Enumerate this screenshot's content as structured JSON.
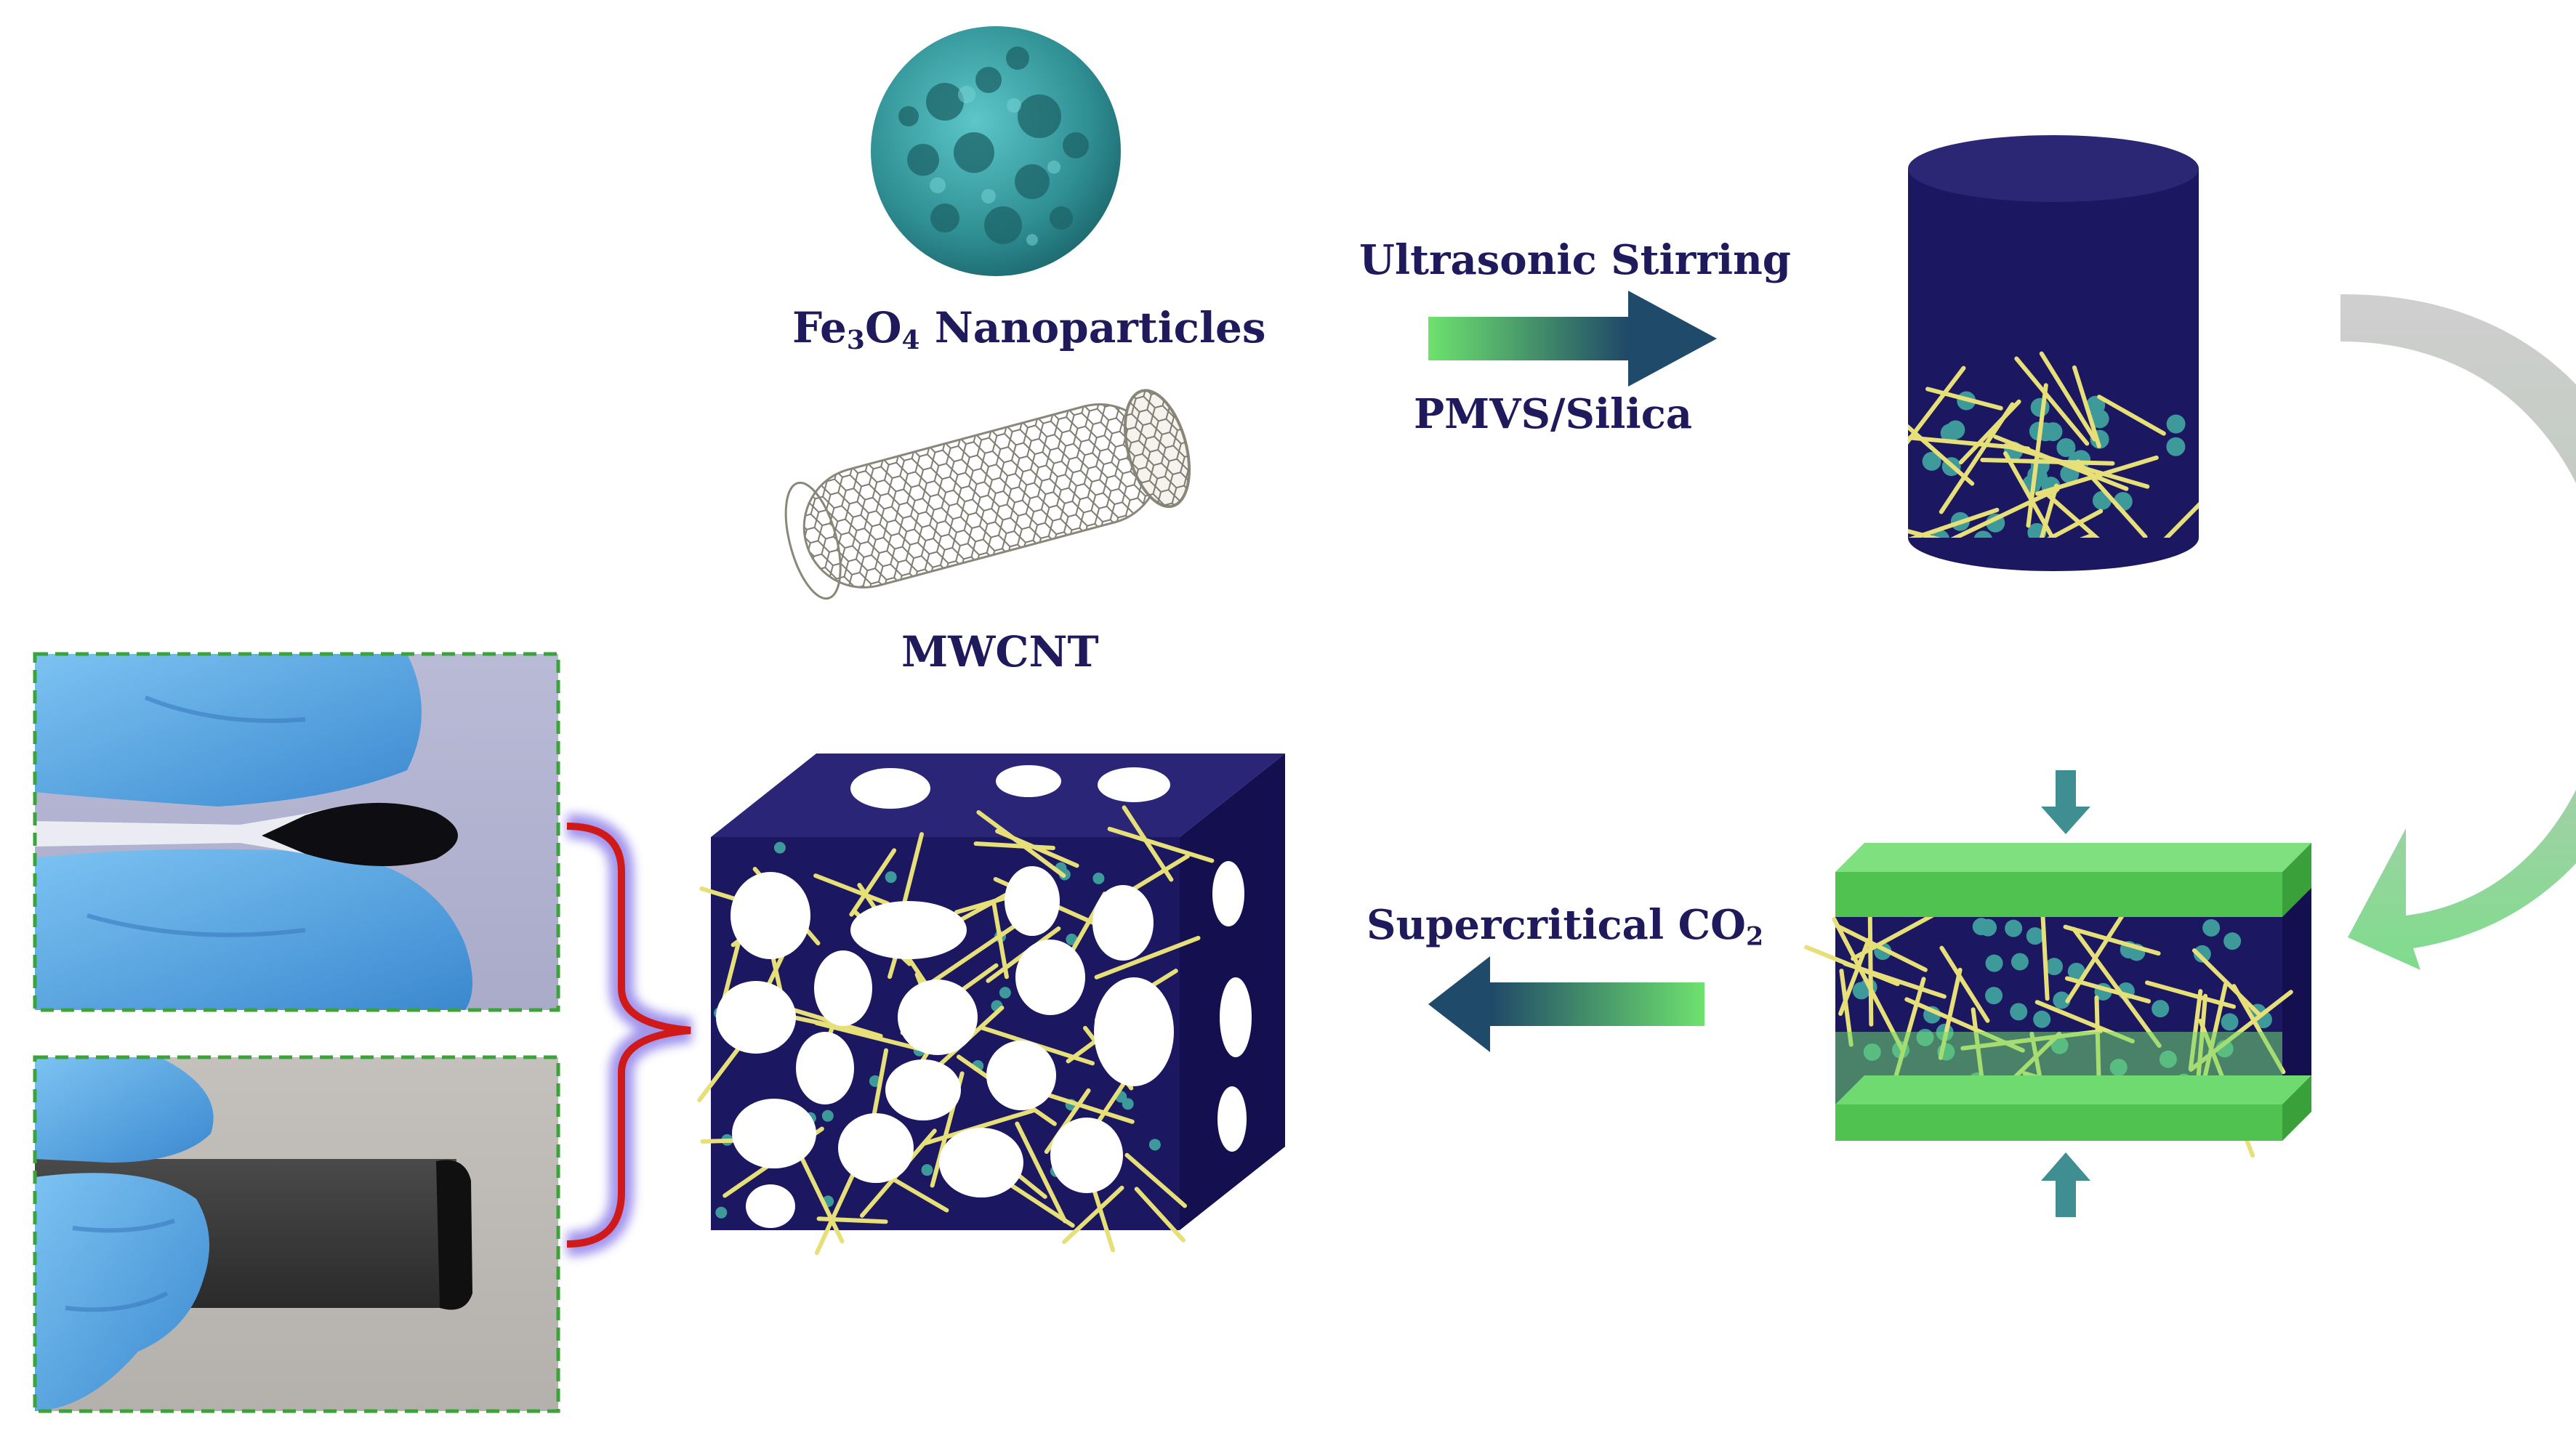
{
  "labels": {
    "fe3o4_main1": "Fe",
    "fe3o4_sub1": "3",
    "fe3o4_main2": "O",
    "fe3o4_sub2": "4",
    "fe3o4_rest": " Nanoparticles",
    "mwcnt": "MWCNT",
    "ultrasonic": "Ultrasonic Stirring",
    "pmvs": "PMVS/Silica",
    "supercritical_main": "Supercritical CO",
    "supercritical_sub": "2"
  },
  "colors": {
    "navy": "#1b1760",
    "green": "#55d155",
    "green_light": "#7fe07f",
    "teal_dot": "#3e9a9a",
    "fiber": "#e7df78",
    "arrow_dark": "#1f4f6b",
    "gray": "#c6c6c6",
    "bracket": "#d01a1a",
    "glove": "#5aa9e6",
    "frame": "#3aa33a"
  }
}
